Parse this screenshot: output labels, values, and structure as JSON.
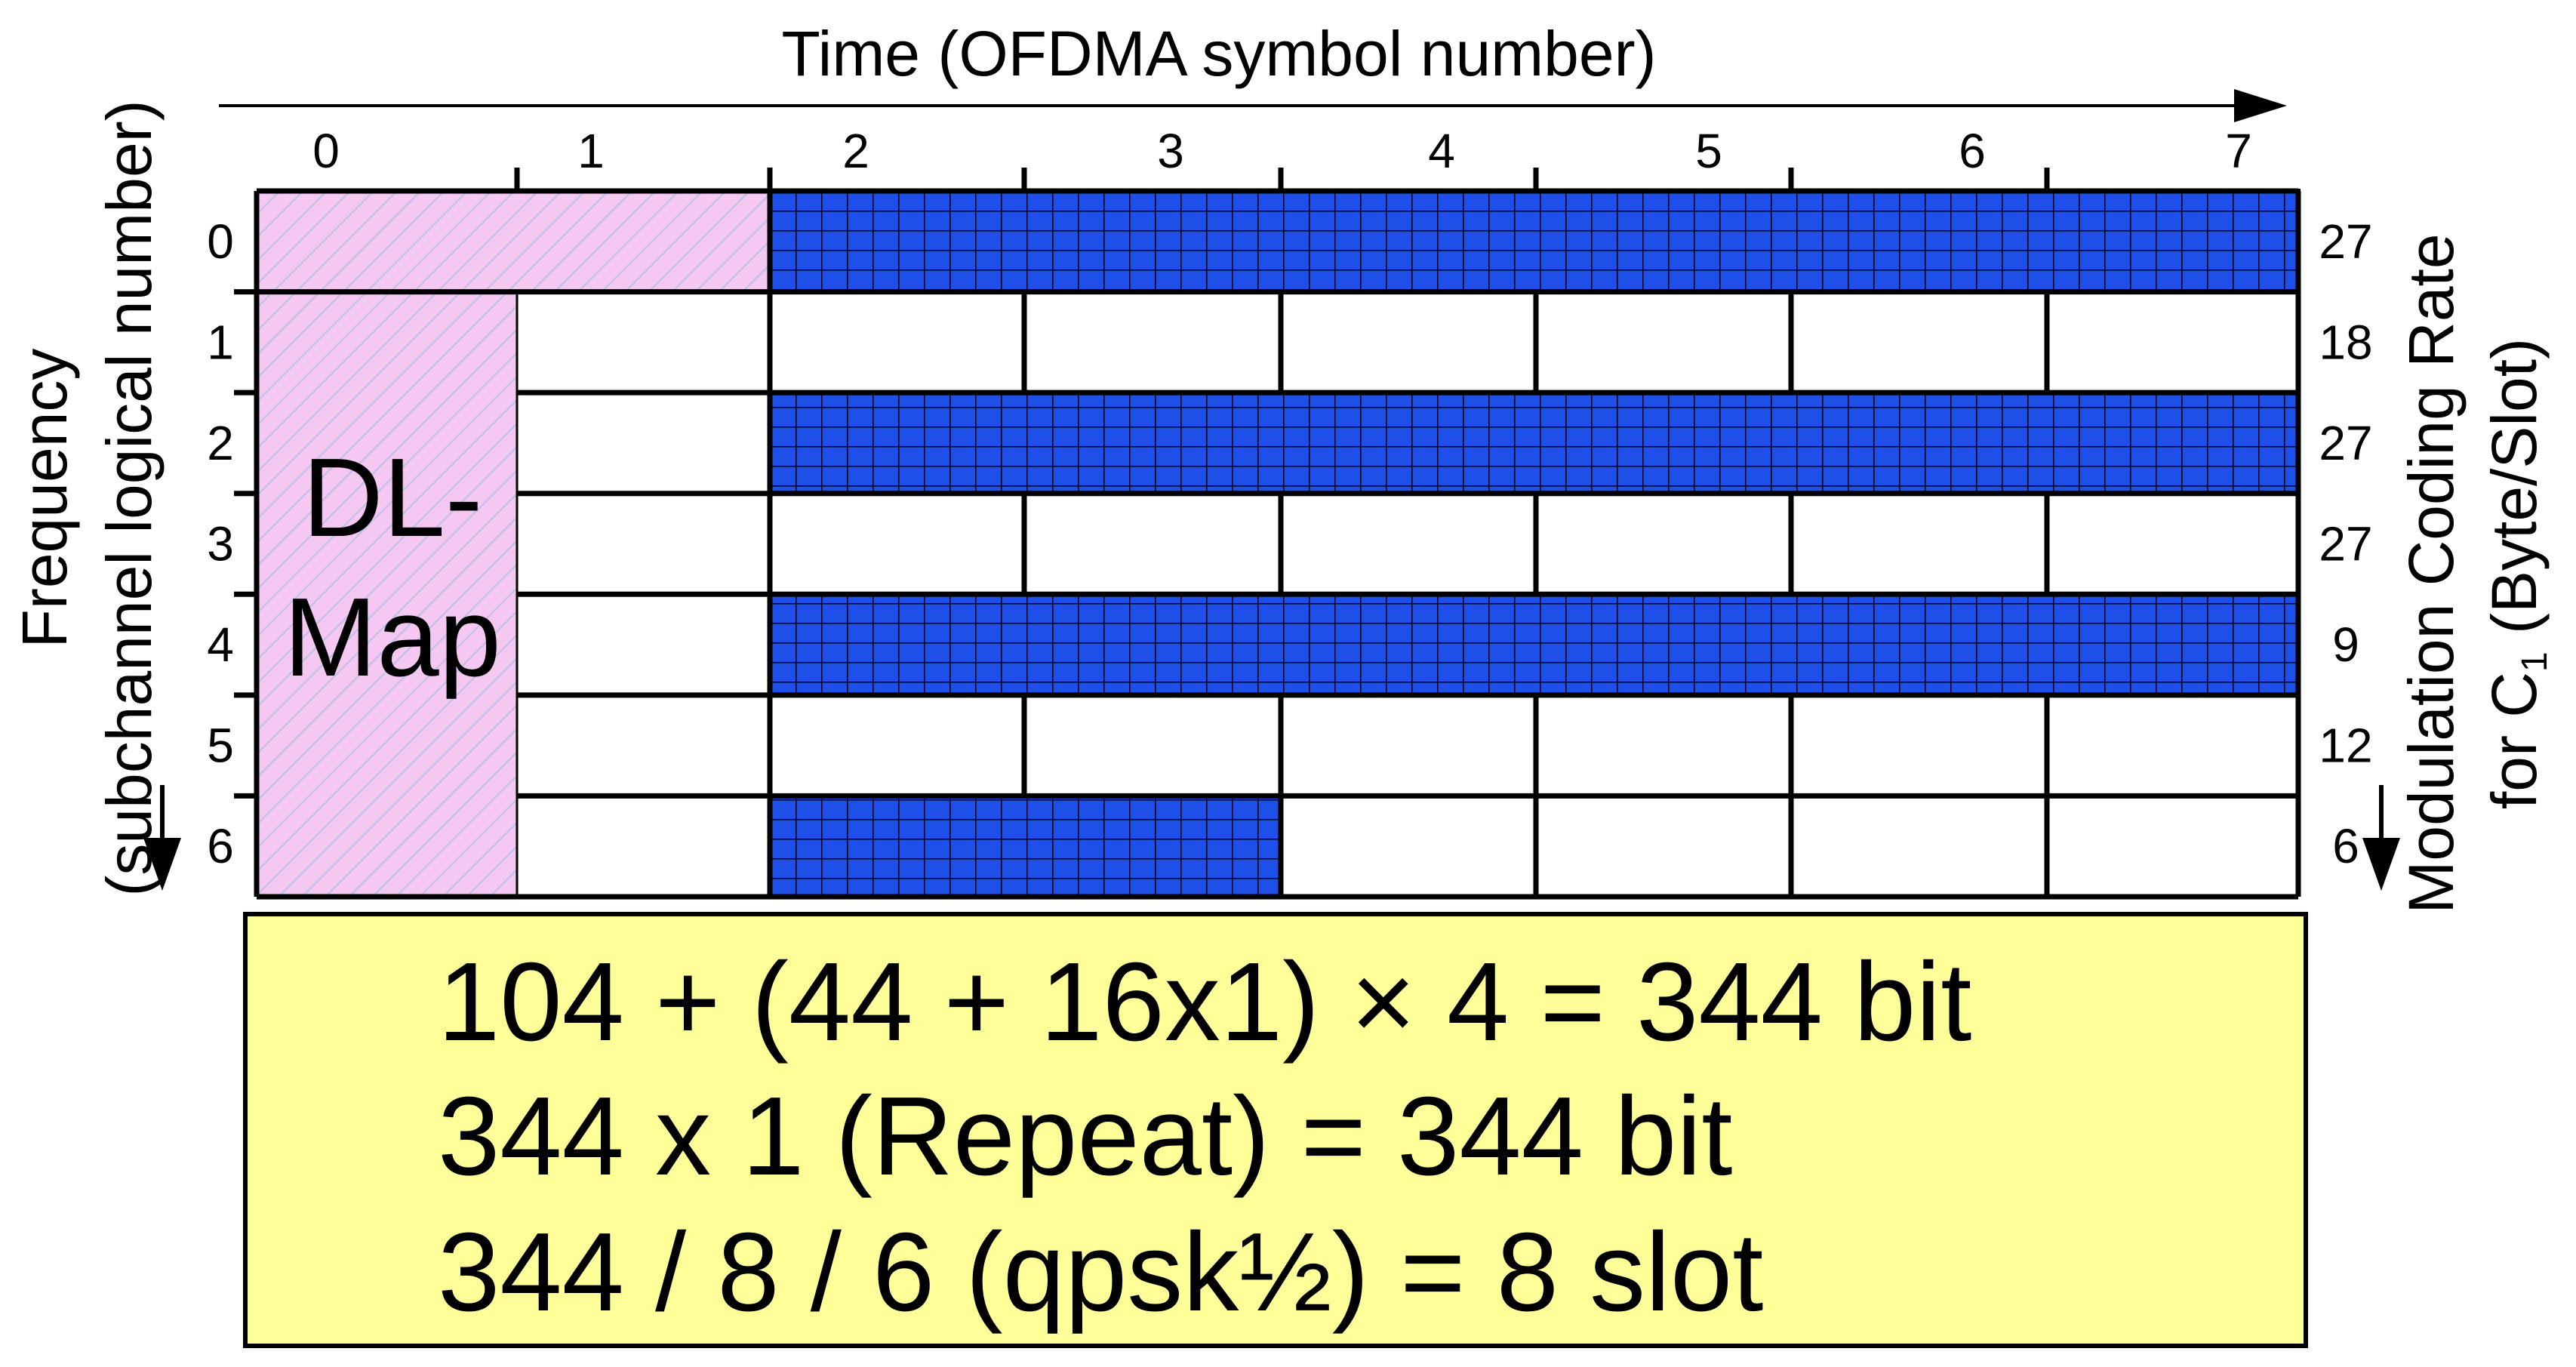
{
  "time_axis_label": "Time (OFDMA symbol number)",
  "symbol_numbers": [
    "0",
    "1",
    "2",
    "3",
    "4",
    "5",
    "6",
    "7"
  ],
  "subchannel_numbers": [
    "0",
    "1",
    "2",
    "3",
    "4",
    "5",
    "6"
  ],
  "frequency_axis_label_line1": "Frequency",
  "frequency_axis_label_line2": "(subchannel logical number)",
  "coding_rate_label_line1": "Modulation Coding Rate",
  "coding_rate_label_line2_prefix": "for C",
  "coding_rate_label_line2_subscript": "1",
  "coding_rate_label_line2_suffix": "  (Byte/Slot)",
  "coding_rates": [
    "27",
    "18",
    "27",
    "27",
    "9",
    "12",
    "6"
  ],
  "dl_map_label_line1": "DL-",
  "dl_map_label_line2": "Map",
  "allocated_bursts": [
    {
      "subchannel": 0,
      "symbols": "2-7"
    },
    {
      "subchannel": 2,
      "symbols": "2-7"
    },
    {
      "subchannel": 4,
      "symbols": "2-7"
    },
    {
      "subchannel": 6,
      "symbols": "2-3"
    }
  ],
  "colors": {
    "burst_fill": "#1e4fe6",
    "dl_map_fill": "#f5c8f2",
    "dl_map_hatch": "#b9bfe6",
    "caption_fill": "#ffff99",
    "grid_line": "#000000"
  },
  "calculation": {
    "line1": "104 + (44 + 16x1) × 4 = 344 bit",
    "line2": "344 x 1 (Repeat) = 344 bit",
    "line3": "344 / 8 / 6 (qpsk½) = 8 slot"
  }
}
